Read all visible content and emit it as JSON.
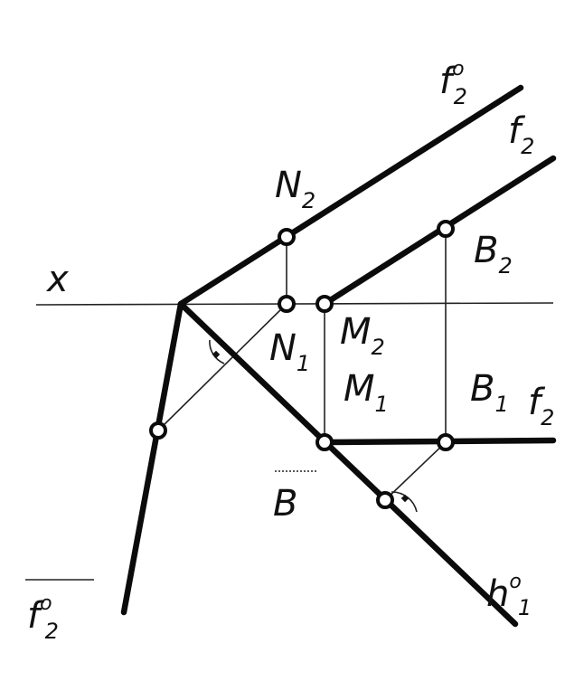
{
  "colors": {
    "ink": "#0b0b0b",
    "paper": "#ffffff"
  },
  "labels": {
    "x_axis": "x",
    "f_zero_2_top": {
      "base": "f",
      "sup": "o",
      "sub": "2"
    },
    "f2_upper": {
      "base": "f",
      "sub": "2"
    },
    "N2": {
      "base": "N",
      "sub": "2"
    },
    "B2": {
      "base": "B",
      "sub": "2"
    },
    "N1": {
      "base": "N",
      "sub": "1"
    },
    "M2": {
      "base": "M",
      "sub": "2"
    },
    "M1": {
      "base": "M",
      "sub": "1"
    },
    "B1": {
      "base": "B",
      "sub": "1"
    },
    "f2_lower": {
      "base": "f",
      "sub": "2"
    },
    "B_bar": {
      "base": "B"
    },
    "h_zero_1": {
      "base": "h",
      "sup": "o",
      "sub": "1"
    },
    "f_zero_2_bottom": {
      "base": "f",
      "sup": "o",
      "sub": "2"
    }
  }
}
